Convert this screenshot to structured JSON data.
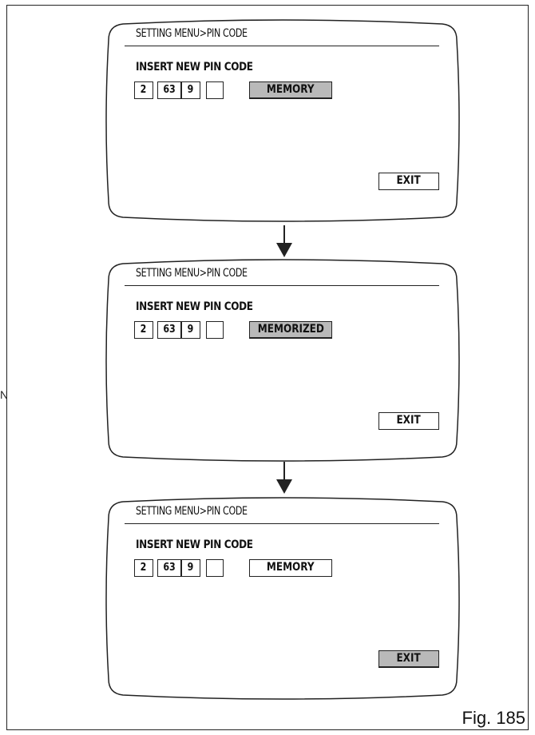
{
  "margin_glyph": "N",
  "figure_label": "Fig. 185",
  "screens": [
    {
      "menu_title": "SETTING MENU>PIN CODE",
      "prompt": "INSERT NEW PIN CODE",
      "pin_digits": [
        "2",
        "6",
        "3",
        "9",
        ""
      ],
      "memory_label": "MEMORY",
      "exit_label": "EXIT",
      "highlighted": "memory"
    },
    {
      "menu_title": "SETTING MENU>PIN CODE",
      "prompt": "INSERT NEW PIN CODE",
      "pin_digits": [
        "2",
        "6",
        "3",
        "9",
        ""
      ],
      "memory_label": "MEMORIZED",
      "exit_label": "EXIT",
      "highlighted": "memory"
    },
    {
      "menu_title": "SETTING MENU>PIN CODE",
      "prompt": "INSERT NEW PIN CODE",
      "pin_digits": [
        "2",
        "6",
        "3",
        "9",
        ""
      ],
      "memory_label": "MEMORY",
      "exit_label": "EXIT",
      "highlighted": "exit"
    }
  ],
  "colors": {
    "highlight": "#b9b9b9",
    "ink": "#222222"
  }
}
